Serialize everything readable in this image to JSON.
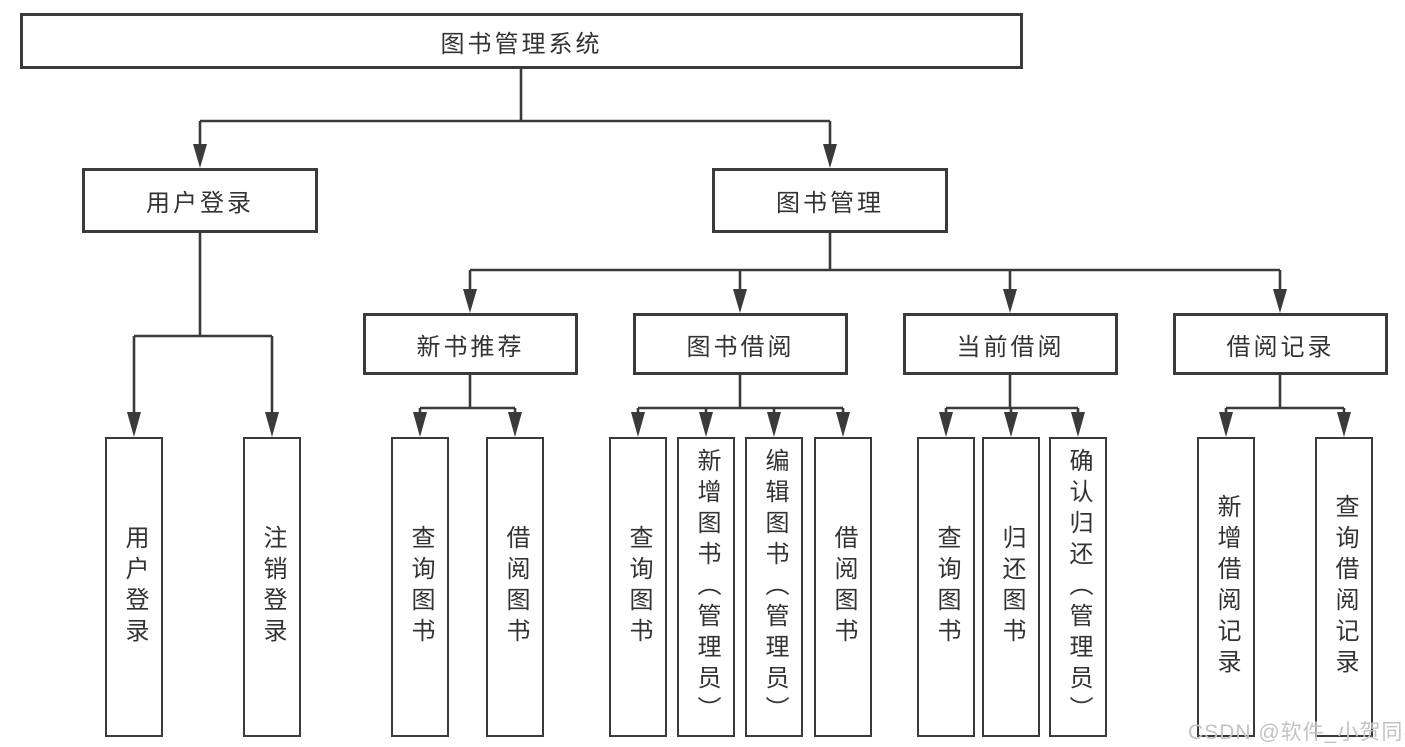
{
  "diagram": {
    "root": {
      "label": "图书管理系统"
    },
    "level2": [
      {
        "label": "用户登录"
      },
      {
        "label": "图书管理"
      }
    ],
    "level3": [
      {
        "label": "新书推荐"
      },
      {
        "label": "图书借阅"
      },
      {
        "label": "当前借阅"
      },
      {
        "label": "借阅记录"
      }
    ],
    "leaves": [
      {
        "label": "用户登录"
      },
      {
        "label": "注销登录"
      },
      {
        "label": "查询图书"
      },
      {
        "label": "借阅图书"
      },
      {
        "label": "查询图书"
      },
      {
        "label": "新增图书（管理员）"
      },
      {
        "label": "编辑图书（管理员）"
      },
      {
        "label": "借阅图书"
      },
      {
        "label": "查询图书"
      },
      {
        "label": "归还图书"
      },
      {
        "label": "确认归还（管理员）"
      },
      {
        "label": "新增借阅记录"
      },
      {
        "label": "查询借阅记录"
      }
    ],
    "watermark": "CSDN @软件_小贺同学",
    "colors": {
      "line": "#3a3a3a",
      "border": "#3a3a3a",
      "text": "#333333",
      "watermark": "#c3c3c3",
      "background": "#ffffff"
    }
  }
}
